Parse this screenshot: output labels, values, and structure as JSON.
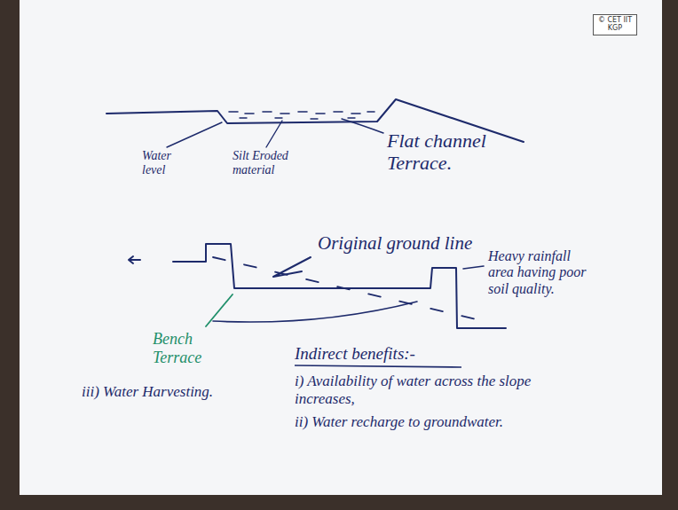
{
  "diagram": {
    "nodes": [
      {
        "text": [
          "© CET IIT KGP"
        ]
      }
    ],
    "labels": [
      "Water level",
      "Silt Eroded material",
      "Flat channel Terrace.",
      "Original ground line",
      "Heavy rainfall area having poor soil quality.",
      "Bench Terrace",
      "Indirect benefits:-",
      "i) Availability of water across the slope increases,",
      "ii) Water recharge to groundwater.",
      "iii) Water Harvesting."
    ]
  }
}
